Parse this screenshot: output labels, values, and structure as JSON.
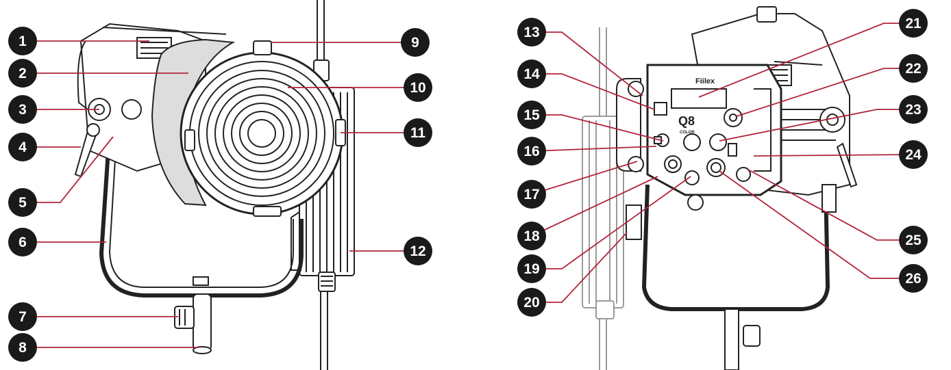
{
  "figure": {
    "brand_label": "Fiilex",
    "model_label": "Q8",
    "model_sub": "COLOR"
  },
  "callouts": {
    "c1": "1",
    "c2": "2",
    "c3": "3",
    "c4": "4",
    "c5": "5",
    "c6": "6",
    "c7": "7",
    "c8": "8",
    "c9": "9",
    "c10": "10",
    "c11": "11",
    "c12": "12",
    "c13": "13",
    "c14": "14",
    "c15": "15",
    "c16": "16",
    "c17": "17",
    "c18": "18",
    "c19": "19",
    "c20": "20",
    "c21": "21",
    "c22": "22",
    "c23": "23",
    "c24": "24",
    "c25": "25",
    "c26": "26"
  },
  "colors": {
    "badge": "#1a1a1a",
    "leader": "#b0243a",
    "outline": "#222222"
  }
}
